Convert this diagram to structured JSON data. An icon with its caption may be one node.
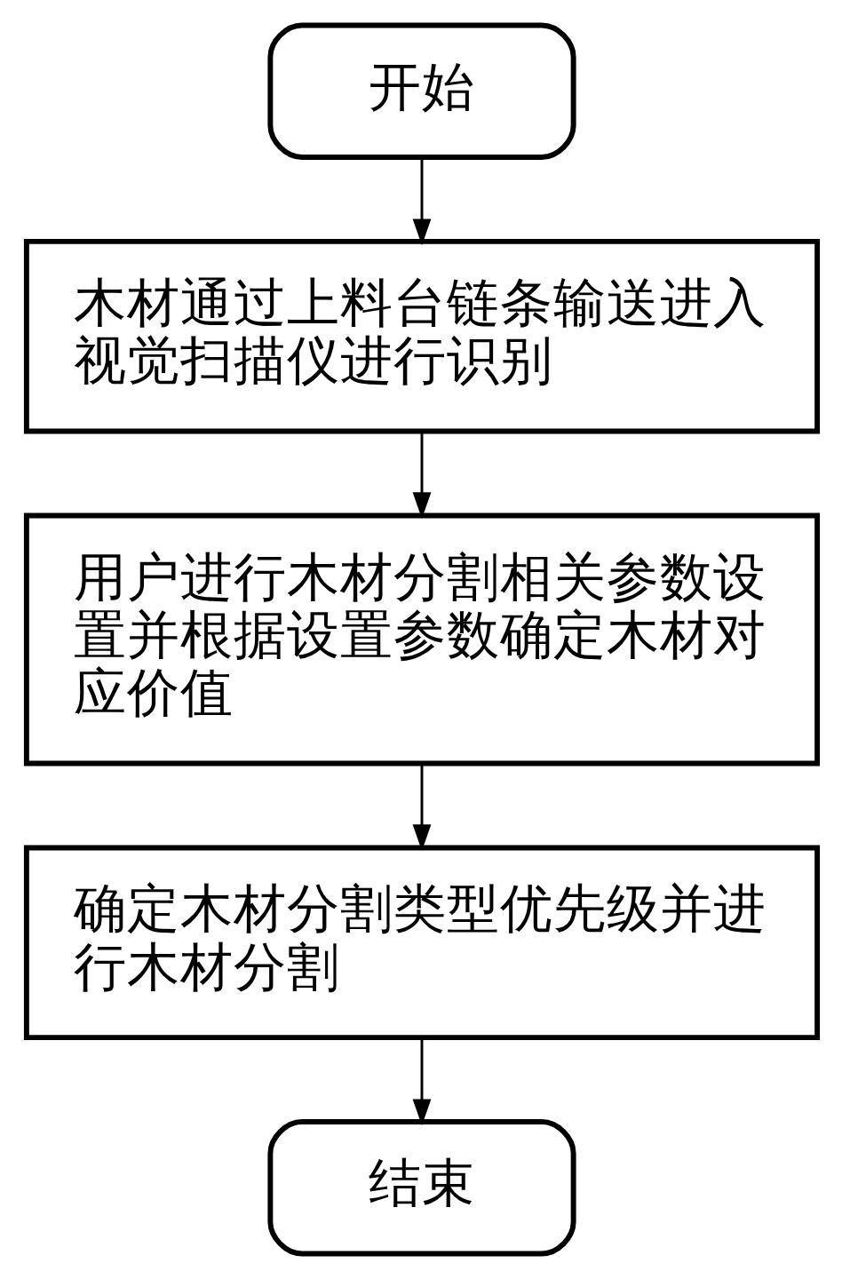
{
  "diagram": {
    "nodes": [
      {
        "text": [
          "开始"
        ]
      },
      {
        "text": [
          "木材通过上料台链条输送进入视觉扫描仪进行识别"
        ]
      },
      {
        "text": [
          "用户进行木材分割相关参数设置并根据设置参数确定木材对应价值"
        ]
      },
      {
        "text": [
          "确定木材分割类型优先级并进行木材分割"
        ]
      },
      {
        "text": [
          "结束"
        ]
      }
    ],
    "edges": [
      {
        "from": 0,
        "to": 1,
        "arrow": "to"
      },
      {
        "from": 1,
        "to": 2,
        "arrow": "to"
      },
      {
        "from": 2,
        "to": 3,
        "arrow": "to"
      },
      {
        "from": 3,
        "to": 4,
        "arrow": "to"
      }
    ]
  }
}
